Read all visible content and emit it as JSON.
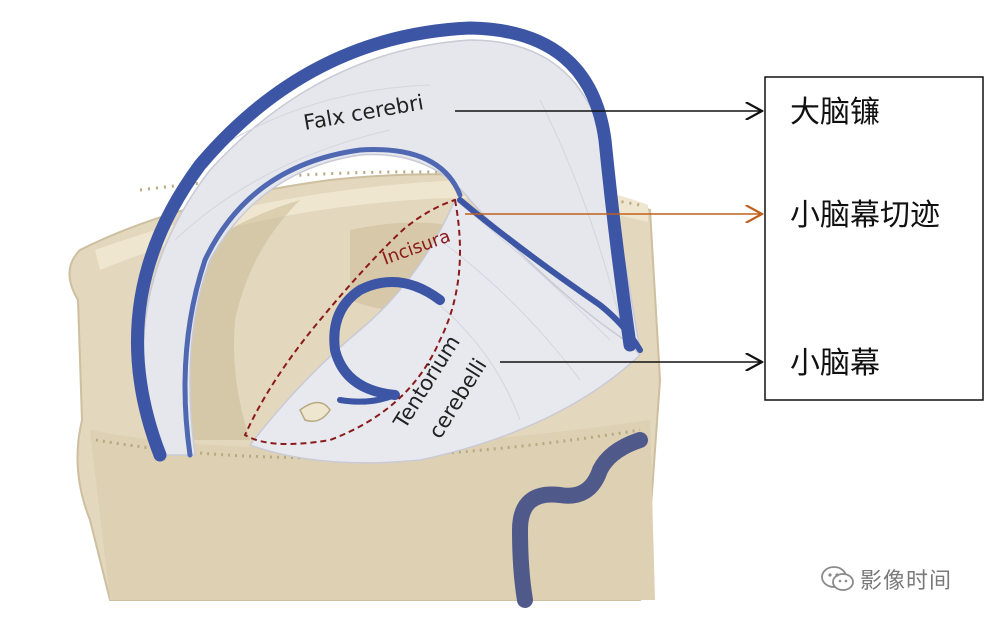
{
  "illustration": {
    "falx_label": "Falx cerebri",
    "incisura_label": "Incisura",
    "tentorium_label_line1": "Tentorium",
    "tentorium_label_line2": "cerebelli"
  },
  "annotation_box": {
    "items": [
      {
        "text": "大脑镰",
        "arrow_color": "#111111"
      },
      {
        "text": "小脑幕切迹",
        "arrow_color": "#c0601c"
      },
      {
        "text": "小脑幕",
        "arrow_color": "#111111"
      }
    ]
  },
  "watermark": {
    "text": "影像时间",
    "icon": "wechat-icon"
  },
  "colors": {
    "vein_blue": "#3d55a5",
    "bone": "#e3d7bd",
    "membrane": "#e6e7ec",
    "incisura_red": "#8b1a1a",
    "orange_arrow": "#c0601c"
  }
}
